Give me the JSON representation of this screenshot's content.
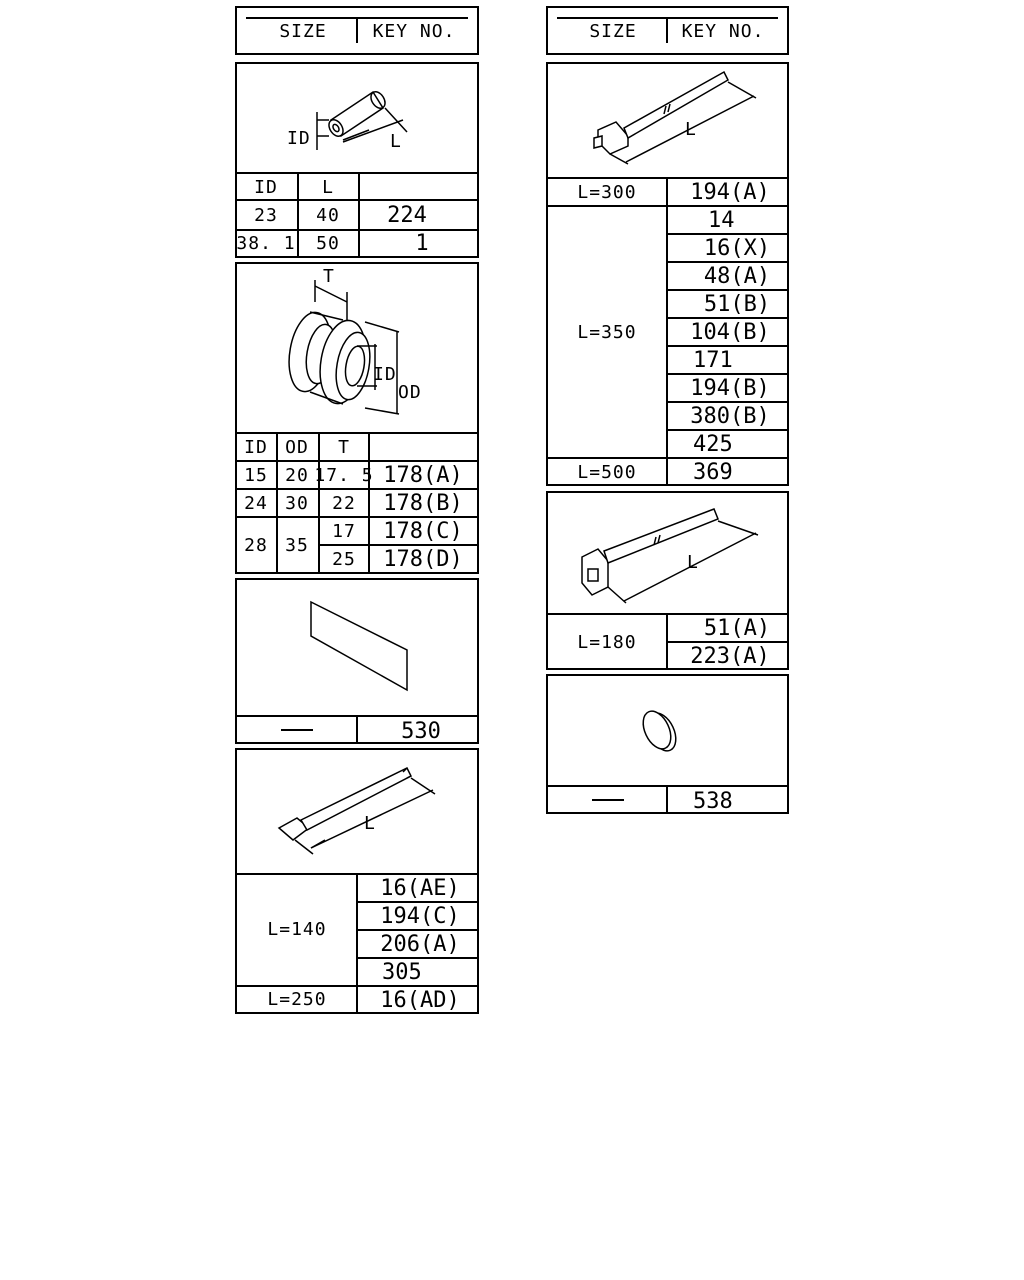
{
  "left": {
    "header": {
      "size": "SIZE",
      "key_no": "KEY NO."
    },
    "spacer": {
      "labels": {
        "id": "ID",
        "l": "L"
      },
      "columns": [
        "ID",
        "L"
      ],
      "rows": [
        {
          "id": "23",
          "l": "40",
          "key": "224"
        },
        {
          "id": "38. 1",
          "l": "50",
          "key": "1"
        }
      ]
    },
    "grommet": {
      "labels": {
        "t": "T",
        "id": "ID",
        "od": "OD"
      },
      "columns": [
        "ID",
        "OD",
        "T"
      ],
      "rows": [
        {
          "id": "15",
          "od": "20",
          "t": "17. 5",
          "key": "178(A)"
        },
        {
          "id": "24",
          "od": "30",
          "t": "22",
          "key": "178(B)"
        },
        {
          "id": "28",
          "od": "35",
          "t": "17",
          "key": "178(C)"
        },
        {
          "t": "25",
          "key": "178(D)"
        }
      ]
    },
    "tape": {
      "size": "—",
      "key": "530"
    },
    "tie_small": {
      "label_l": "L",
      "groups": [
        {
          "size": "L=140",
          "keys": [
            "16(AE)",
            "194(C)",
            "206(A)",
            "305"
          ]
        },
        {
          "size": "L=250",
          "keys": [
            "16(AD)"
          ]
        }
      ]
    }
  },
  "right": {
    "header": {
      "size": "SIZE",
      "key_no": "KEY NO."
    },
    "tie_large": {
      "label_l": "L",
      "groups": [
        {
          "size": "L=300",
          "keys": [
            "194(A)"
          ]
        },
        {
          "size": "L=350",
          "keys": [
            "14",
            "16(X)",
            "48(A)",
            "51(B)",
            "104(B)",
            "171",
            "194(B)",
            "380(B)",
            "425"
          ]
        },
        {
          "size": "L=500",
          "keys": [
            "369"
          ]
        }
      ]
    },
    "tie_clip": {
      "label_l": "L",
      "groups": [
        {
          "size": "L=180",
          "keys": [
            "51(A)",
            "223(A)"
          ]
        }
      ]
    },
    "cap": {
      "size": "—",
      "key": "538"
    }
  }
}
